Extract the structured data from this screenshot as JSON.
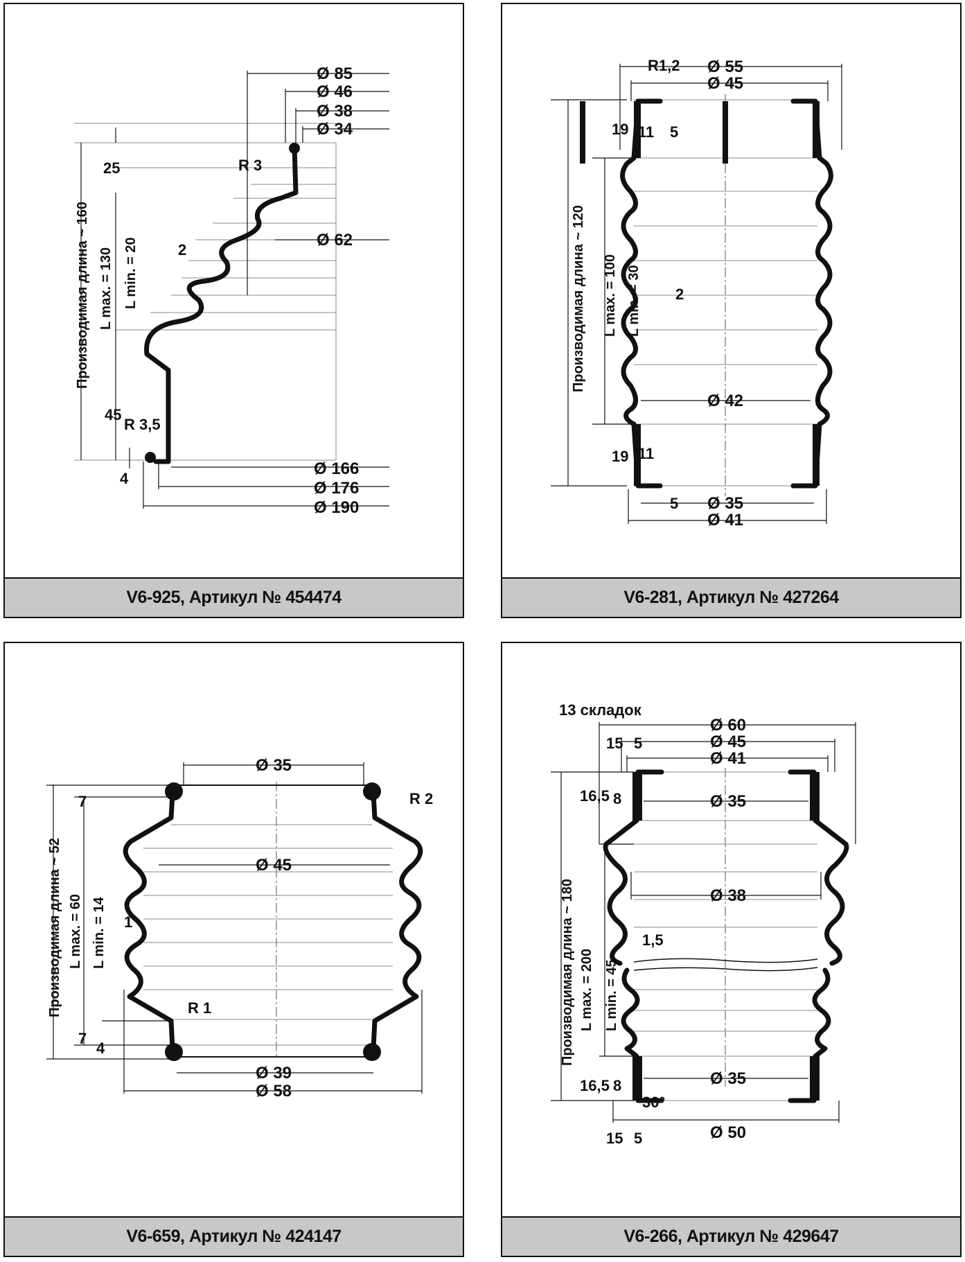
{
  "panels": [
    {
      "caption": "V6-925, Артикул № 454474",
      "labels": {
        "d85": "Ø 85",
        "d46": "Ø 46",
        "d38": "Ø 38",
        "d34": "Ø 34",
        "d62": "Ø 62",
        "d166": "Ø 166",
        "d176": "Ø 176",
        "d190": "Ø 190",
        "r3": "R 3",
        "r35": "R 3,5",
        "t2": "2",
        "v25": "25",
        "v45": "45",
        "v4": "4",
        "length": "Производимая длина ~ 160",
        "lmax": "L max. = 130",
        "lmin": "L min. = 20"
      }
    },
    {
      "caption": "V6-281, Артикул № 427264",
      "labels": {
        "r12": "R1,2",
        "d55": "Ø 55",
        "d45": "Ø 45",
        "d42": "Ø 42",
        "d35": "Ø 35",
        "d41": "Ø 41",
        "v19a": "19",
        "v11a": "11",
        "v5a": "5",
        "v19b": "19",
        "v11b": "11",
        "v5b": "5",
        "t2": "2",
        "length": "Производимая длина ~ 120",
        "lmax": "L max. = 100",
        "lmin": "L min. = 30"
      }
    },
    {
      "caption": "V6-659, Артикул № 424147",
      "labels": {
        "d35": "Ø 35",
        "d45": "Ø 45",
        "d39": "Ø 39",
        "d58": "Ø 58",
        "r2": "R 2",
        "r1": "R 1",
        "t1": "1",
        "v7a": "7",
        "v7b": "7",
        "v4": "4",
        "length": "Производимая длина ~ 52",
        "lmax": "L max. = 60",
        "lmin": "L min. = 14"
      }
    },
    {
      "caption": "V6-266, Артикул № 429647",
      "labels": {
        "folds": "13 складок",
        "d60": "Ø 60",
        "d45": "Ø 45",
        "d41": "Ø 41",
        "d35a": "Ø 35",
        "d38": "Ø 38",
        "d35b": "Ø 35",
        "d50": "Ø 50",
        "v15a": "15",
        "v5a": "5",
        "v165a": "16,5",
        "v8a": "8",
        "v165b": "16,5",
        "v8b": "8",
        "v15b": "15",
        "v5b": "5",
        "t15": "1,5",
        "angle": "30°",
        "length": "Производимая длина ~ 180",
        "lmax": "L max. = 200",
        "lmin": "L min. = 45"
      }
    }
  ]
}
